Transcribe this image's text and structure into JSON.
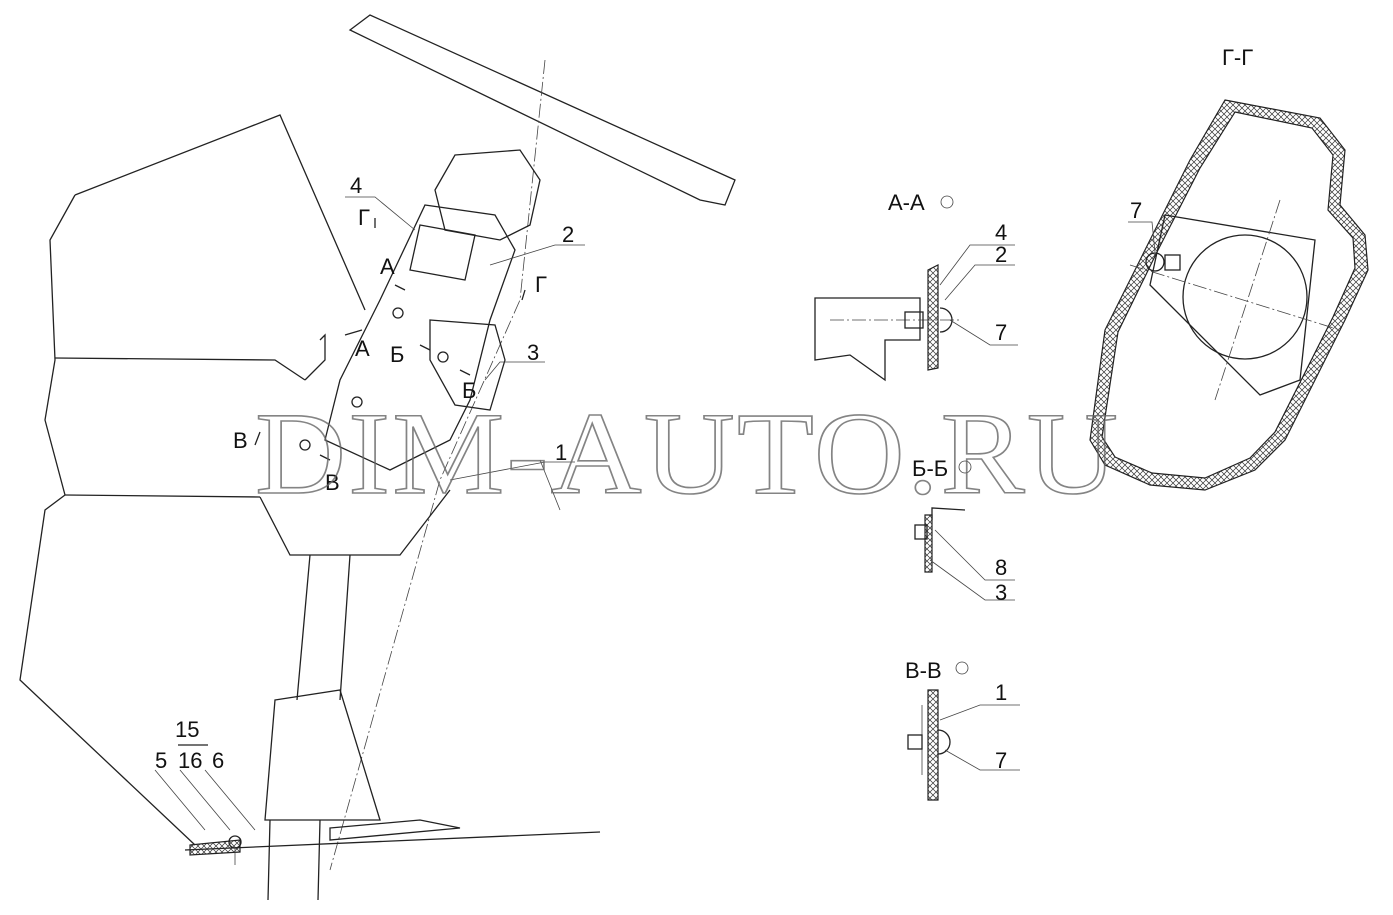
{
  "watermark": "DIM-AUTO.RU",
  "main_view": {
    "callouts": [
      "1",
      "2",
      "3",
      "4",
      "5",
      "6",
      "15",
      "16"
    ],
    "section_marks": {
      "a": "А",
      "b": "Б",
      "v": "В",
      "g": "Г"
    }
  },
  "sections": [
    {
      "title": "А-А",
      "callouts": [
        "4",
        "2",
        "7"
      ]
    },
    {
      "title": "Б-Б",
      "callouts": [
        "8",
        "3"
      ]
    },
    {
      "title": "В-В",
      "callouts": [
        "1",
        "7"
      ]
    },
    {
      "title": "Г-Г",
      "callouts": [
        "7"
      ]
    }
  ]
}
